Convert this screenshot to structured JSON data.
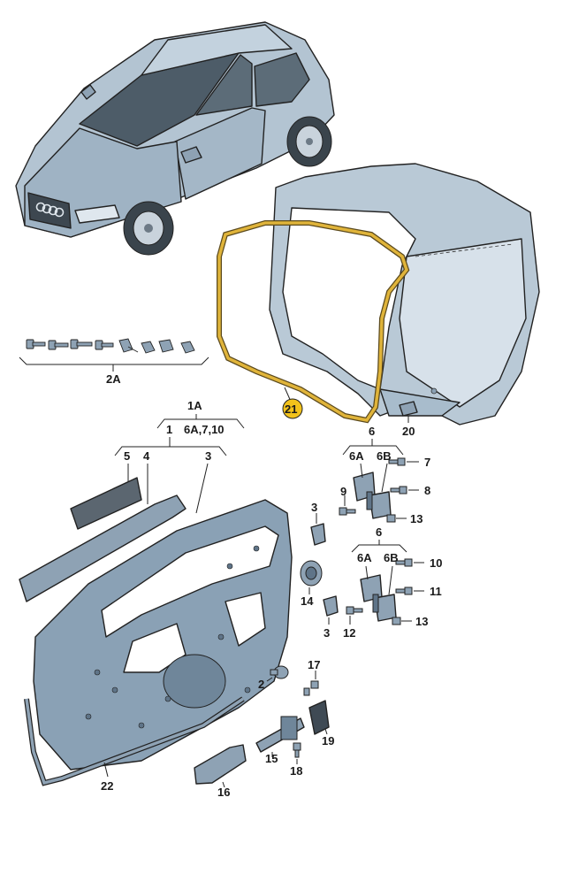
{
  "colors": {
    "car_body": "#a9bccb",
    "car_shadow": "#7e93a6",
    "panel": "#8aa1b5",
    "panel_dark": "#5f7488",
    "seal_highlight": "#e0b43a",
    "callout_fill": "#f2c21b"
  },
  "groups": {
    "g2a": "2A",
    "g1a": "1A",
    "g1": "1",
    "g1_sub": "6A,7,10",
    "g6_top": "6",
    "g6_bottom": "6",
    "g6a_top": "6A",
    "g6b_top": "6B",
    "g6a_bottom": "6A",
    "g6b_bottom": "6B"
  },
  "labels": {
    "p2": "2",
    "p3a": "3",
    "p3b": "3",
    "p3c": "3",
    "p4": "4",
    "p5": "5",
    "p7": "7",
    "p8": "8",
    "p9": "9",
    "p10": "10",
    "p11": "11",
    "p12": "12",
    "p13a": "13",
    "p13b": "13",
    "p14": "14",
    "p15": "15",
    "p16": "16",
    "p17": "17",
    "p18": "18",
    "p19": "19",
    "p20": "20",
    "p21": "21",
    "p22": "22"
  }
}
